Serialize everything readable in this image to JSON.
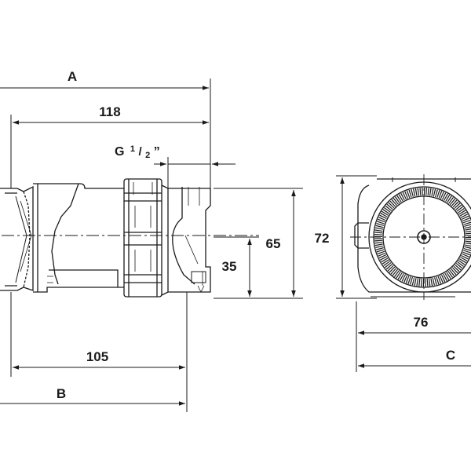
{
  "diagram": {
    "dimensions": {
      "A": "A",
      "d118": "118",
      "thread_prefix": "G",
      "thread_num": "1",
      "thread_den": "2",
      "thread_suffix": "”",
      "d65": "65",
      "d35": "35",
      "d72": "72",
      "d105": "105",
      "B": "B",
      "d76": "76",
      "C": "C"
    },
    "colors": {
      "line": "#1a1a1a",
      "background": "#ffffff"
    }
  }
}
